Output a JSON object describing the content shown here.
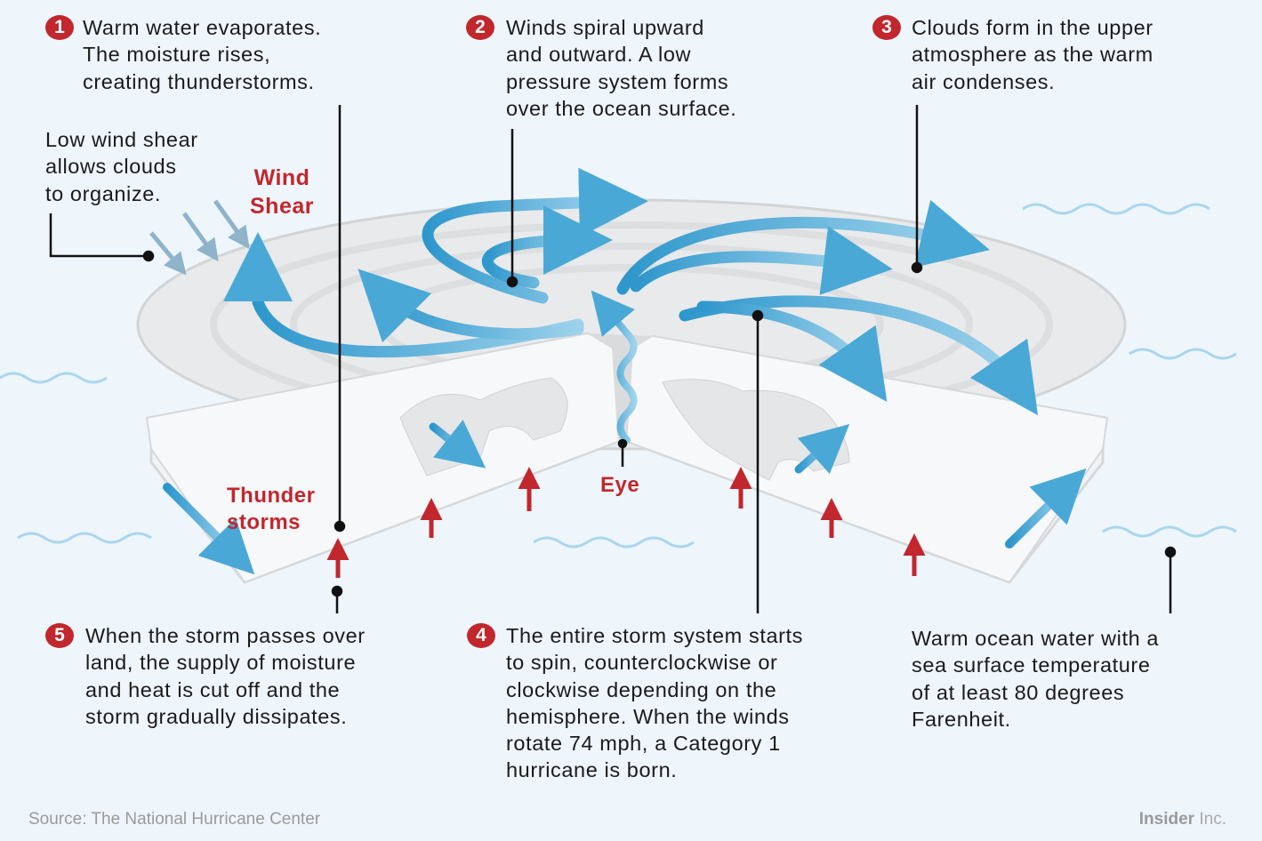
{
  "steps": [
    {
      "number": "1",
      "lines": [
        "Warm water evaporates.",
        "The moisture rises,",
        "creating thunderstorms."
      ]
    },
    {
      "number": "2",
      "lines": [
        "Winds spiral upward",
        "and outward. A low",
        "pressure system forms",
        "over the ocean surface."
      ]
    },
    {
      "number": "3",
      "lines": [
        "Clouds form in the upper",
        "atmosphere as the warm",
        "air condenses."
      ]
    },
    {
      "number": "4",
      "lines": [
        "The entire storm system starts",
        "to spin, counterclockwise or",
        "clockwise depending on the",
        "hemisphere. When the winds",
        "rotate 74 mph, a Category 1",
        "hurricane is born."
      ]
    },
    {
      "number": "5",
      "lines": [
        "When the storm passes over",
        "land, the supply of moisture",
        "and heat is cut off and the",
        "storm gradually dissipates."
      ]
    }
  ],
  "notes": {
    "wind_shear": [
      "Low wind shear",
      "allows clouds",
      "to organize."
    ],
    "ocean": [
      "Warm ocean water with a",
      "sea surface temperature",
      "of at least 80 degrees",
      "Farenheit."
    ]
  },
  "labels": {
    "wind_shear": [
      "Wind",
      "Shear"
    ],
    "thunderstorms": [
      "Thunder",
      "storms"
    ],
    "eye": "Eye"
  },
  "footer": {
    "source": "Source: The National Hurricane Center",
    "brand_bold": "Insider",
    "brand_light": "Inc."
  },
  "colors": {
    "accent_red": "#c1272d",
    "wind_blue": "#3a9fd0",
    "background": "#eef6fc"
  }
}
